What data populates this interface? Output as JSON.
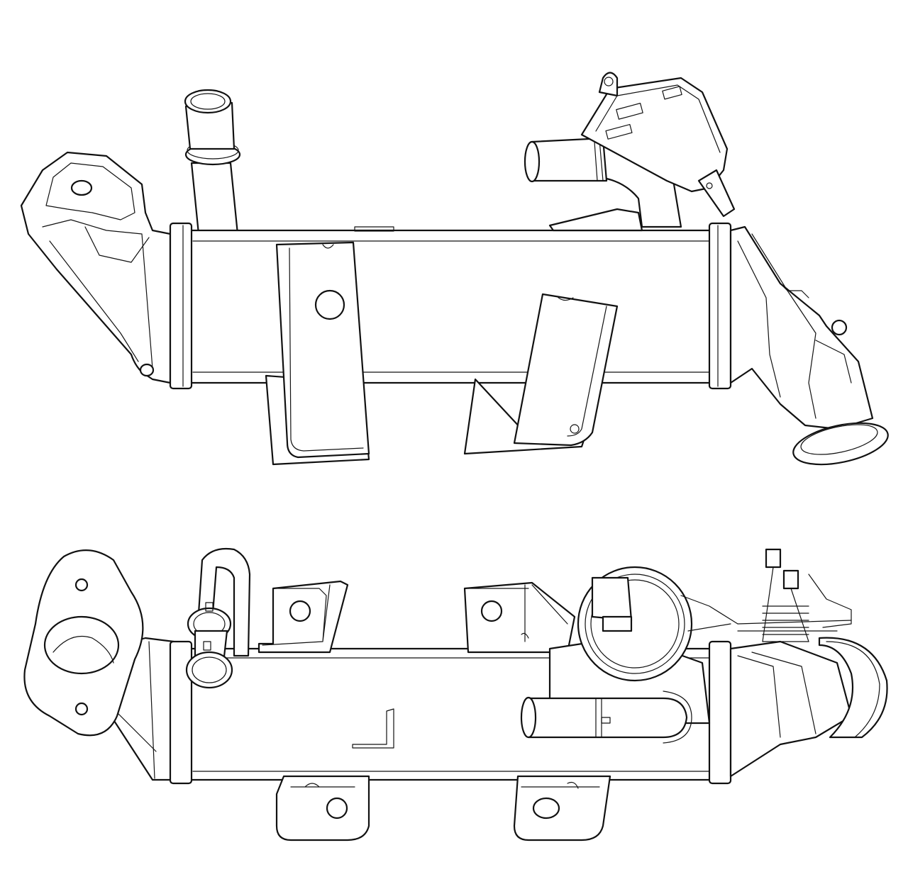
{
  "drawing": {
    "colors": {
      "line": "#111111",
      "background": "#ffffff"
    },
    "views": [
      {
        "id": "view-top",
        "subject": "egr-cooler-perspective-view"
      },
      {
        "id": "view-bottom",
        "subject": "egr-cooler-side-view"
      }
    ]
  }
}
